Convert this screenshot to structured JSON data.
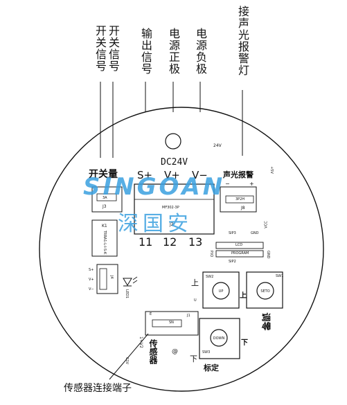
{
  "labels": {
    "switch_signal_1": "开关信号",
    "switch_signal_2": "开关信号",
    "output_signal": "输出信号",
    "power_positive": "电源正极",
    "power_negative": "电源负极",
    "alarm_light": "接声光报警灯",
    "sensor_terminal": "传感器连接端子"
  },
  "board": {
    "dc24v": "DC24V",
    "v24": "24V",
    "switch_amount": "开关量",
    "alarm": "声光报警",
    "s_plus": "S+",
    "v_plus": "V+",
    "v_minus": "V−",
    "pin_11": "11",
    "pin_12": "12",
    "pin_13": "13",
    "j3": "J3",
    "j2": "J2",
    "j8": "J8",
    "j2_part": "MF302-3P",
    "j3_part": "3A",
    "j8_part": "3P2H",
    "k1": "K1",
    "relay": "TRRA1-L-I-S-K",
    "sip3": "SIP3",
    "lcd": "LCD",
    "program": "PROGRAM",
    "sip2": "SIP2",
    "plus_5v": "+5V",
    "vcc": "VCC",
    "gnd": "GND",
    "pio": "P.IO",
    "led": "LED1",
    "j4": "J4",
    "sn": "SN",
    "j1": "J1",
    "s_plus_small": "S+",
    "v_plus_small": "V+",
    "v_minus_small": "V−",
    "sw1": "SW1",
    "sw2": "SW2",
    "sw3": "SW3",
    "up": "UP",
    "down": "DOWN",
    "seto": "SETO",
    "shang": "上",
    "xia": "下",
    "tiao_ling": "调零",
    "biao_ding": "标定",
    "sensor": "传感器",
    "u_small": "U",
    "plus": "+",
    "minus": "−",
    "mark_e": "E",
    "mark_at": "@",
    "c1v": "C1V",
    "gnd2": "GND",
    "r1": "1+V2"
  },
  "watermark": {
    "en": "SINGOAN",
    "cn": "深国安"
  }
}
